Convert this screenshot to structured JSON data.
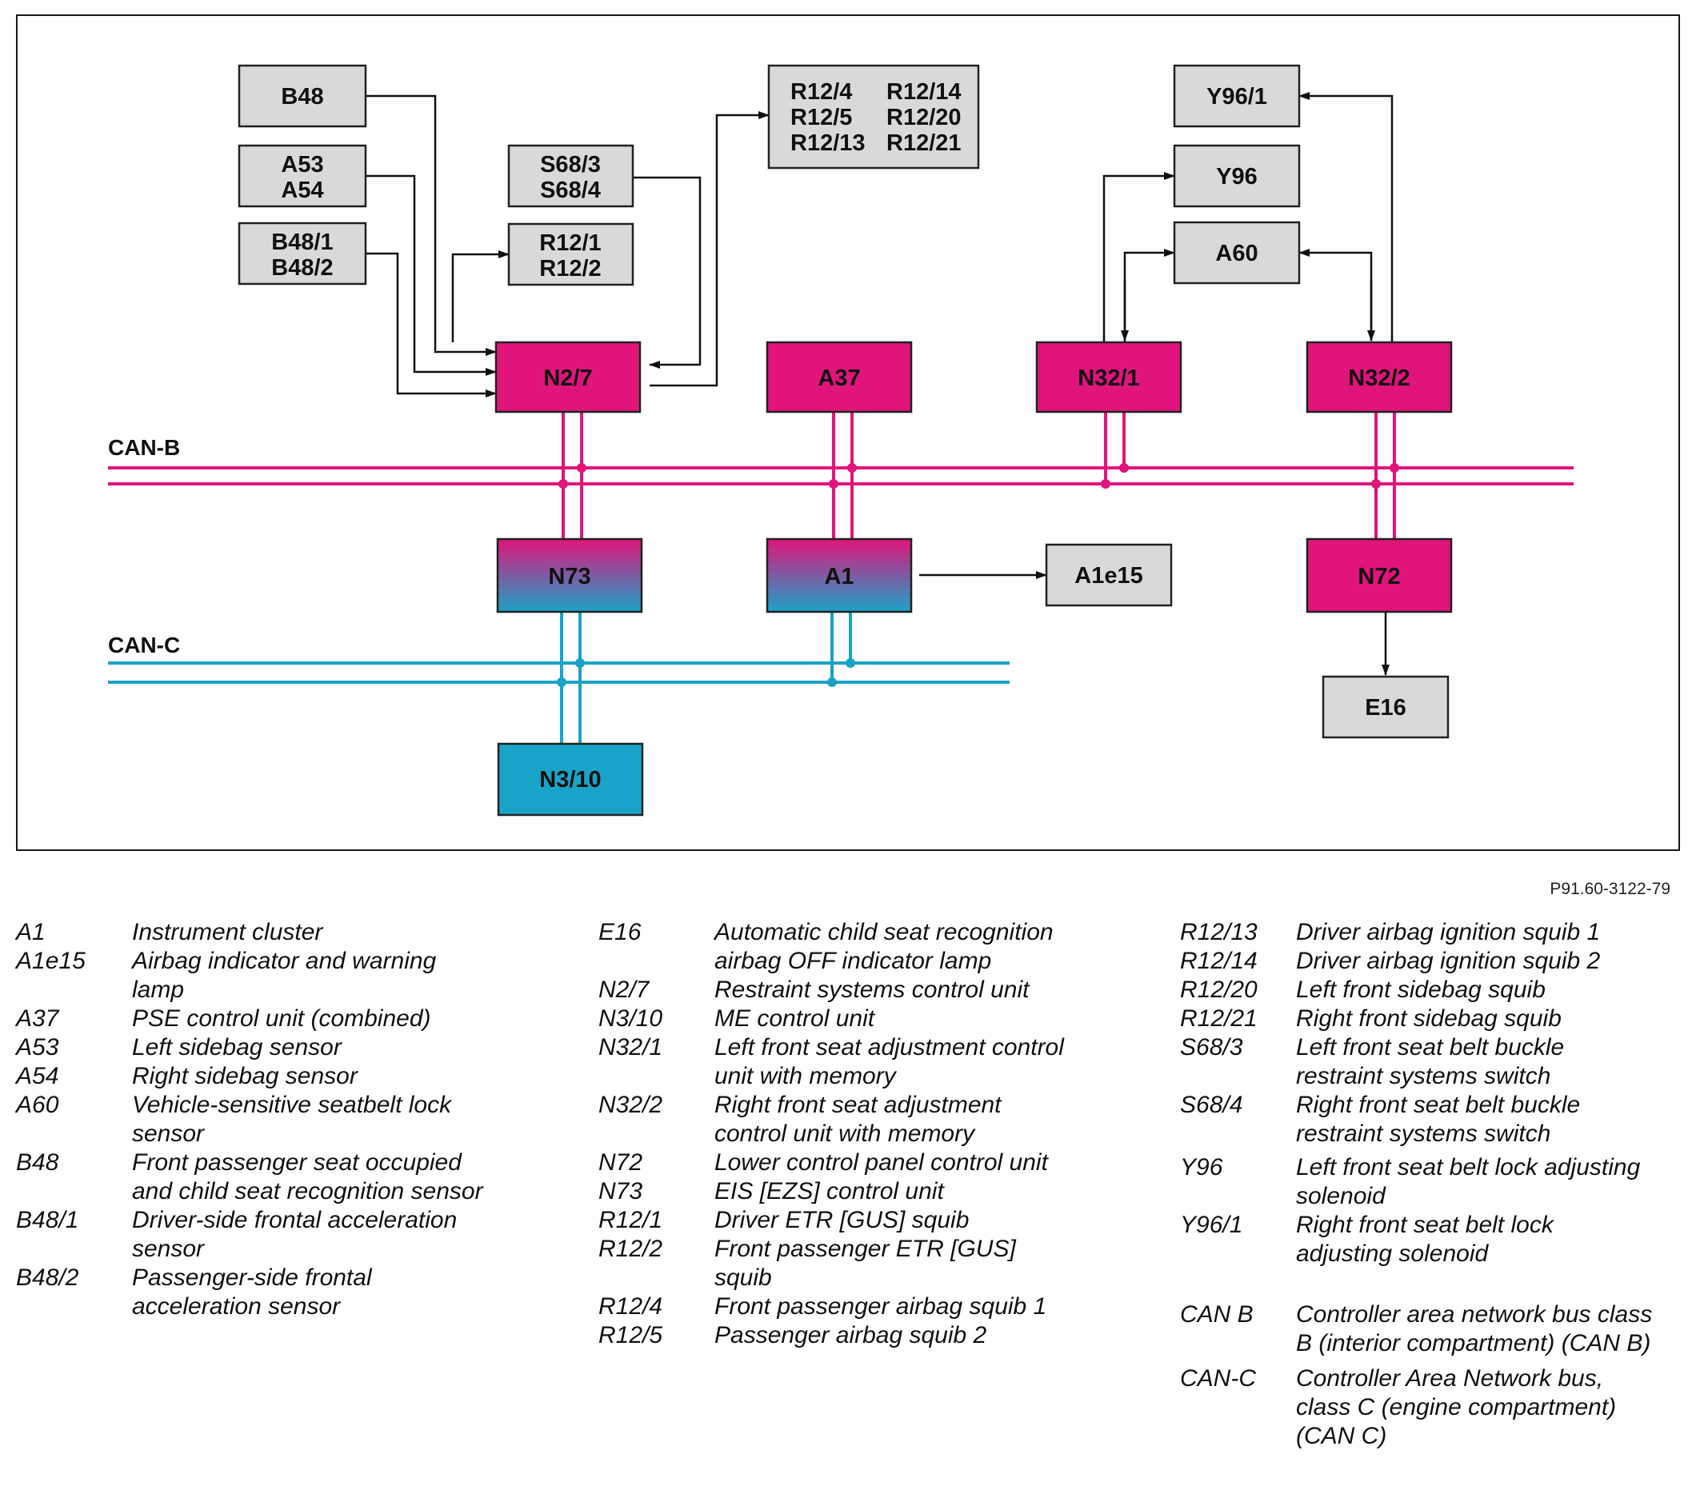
{
  "diagram": {
    "boxes": {
      "b48": "B48",
      "a53": "A53",
      "a54": "A54",
      "b48_1": "B48/1",
      "b48_2": "B48/2",
      "s68_3": "S68/3",
      "s68_4": "S68/4",
      "r12_1": "R12/1",
      "r12_2": "R12/2",
      "r12_4": "R12/4",
      "r12_5": "R12/5",
      "r12_13": "R12/13",
      "r12_14": "R12/14",
      "r12_20": "R12/20",
      "r12_21": "R12/21",
      "y96_1": "Y96/1",
      "y96": "Y96",
      "a60": "A60",
      "n2_7": "N2/7",
      "a37": "A37",
      "n32_1": "N32/1",
      "n32_2": "N32/2",
      "n73": "N73",
      "a1": "A1",
      "a1e15": "A1e15",
      "n72": "N72",
      "e16": "E16",
      "n3_10": "N3/10"
    },
    "bus_labels": {
      "can_b": "CAN-B",
      "can_c": "CAN-C"
    },
    "colors": {
      "can_b": "#e0147a",
      "can_c": "#1aa3c8",
      "grey_box": "#d9d9d9"
    }
  },
  "figure_ref": "P91.60-3122-79",
  "legend": {
    "col1": [
      {
        "code": "A1",
        "desc": [
          "Instrument cluster"
        ]
      },
      {
        "code": "A1e15",
        "desc": [
          "Airbag indicator and warning",
          "lamp"
        ]
      },
      {
        "code": "A37",
        "desc": [
          "PSE control unit (combined)"
        ]
      },
      {
        "code": "A53",
        "desc": [
          "Left sidebag sensor"
        ]
      },
      {
        "code": "A54",
        "desc": [
          "Right sidebag sensor"
        ]
      },
      {
        "code": "A60",
        "desc": [
          "Vehicle-sensitive seatbelt lock",
          "sensor"
        ]
      },
      {
        "code": "B48",
        "desc": [
          "Front passenger seat occupied",
          "and child seat recognition sensor"
        ]
      },
      {
        "code": "B48/1",
        "desc": [
          "Driver-side frontal acceleration",
          "sensor"
        ]
      },
      {
        "code": "B48/2",
        "desc": [
          "Passenger-side frontal",
          "acceleration sensor"
        ]
      }
    ],
    "col2": [
      {
        "code": "E16",
        "desc": [
          "Automatic child seat recognition",
          "airbag OFF indicator lamp"
        ]
      },
      {
        "code": "N2/7",
        "desc": [
          "Restraint systems control unit"
        ]
      },
      {
        "code": "N3/10",
        "desc": [
          "ME control unit"
        ]
      },
      {
        "code": "N32/1",
        "desc": [
          "Left front seat adjustment control",
          "unit with memory"
        ]
      },
      {
        "code": "N32/2",
        "desc": [
          "Right front seat adjustment",
          "control unit with memory"
        ]
      },
      {
        "code": "N72",
        "desc": [
          "Lower control panel control unit"
        ]
      },
      {
        "code": "N73",
        "desc": [
          "EIS [EZS] control unit"
        ]
      },
      {
        "code": "R12/1",
        "desc": [
          "Driver ETR [GUS] squib"
        ]
      },
      {
        "code": "R12/2",
        "desc": [
          "Front passenger ETR [GUS]",
          "squib"
        ]
      },
      {
        "code": "R12/4",
        "desc": [
          "Front passenger airbag squib 1"
        ]
      },
      {
        "code": "R12/5",
        "desc": [
          "Passenger airbag squib 2"
        ]
      }
    ],
    "col3": [
      {
        "code": "R12/13",
        "desc": [
          "Driver airbag ignition squib 1"
        ]
      },
      {
        "code": "R12/14",
        "desc": [
          "Driver airbag ignition squib 2"
        ]
      },
      {
        "code": "R12/20",
        "desc": [
          "Left front sidebag squib"
        ]
      },
      {
        "code": "R12/21",
        "desc": [
          "Right front sidebag squib"
        ]
      },
      {
        "code": "S68/3",
        "desc": [
          "Left front seat belt buckle",
          "restraint systems switch"
        ]
      },
      {
        "code": "S68/4",
        "desc": [
          "Right front seat belt buckle",
          "restraint systems switch"
        ]
      },
      {
        "code": "Y96",
        "desc": [
          "Left front seat belt lock adjusting",
          "solenoid"
        ]
      },
      {
        "code": "Y96/1",
        "desc": [
          "Right front seat belt lock",
          "adjusting solenoid"
        ]
      },
      {
        "code": "CAN B",
        "desc": [
          "Controller area network bus class",
          "B (interior compartment) (CAN B)"
        ]
      },
      {
        "code": "CAN-C",
        "desc": [
          "Controller Area Network bus,",
          "class C (engine compartment)",
          "(CAN C)"
        ]
      }
    ]
  }
}
